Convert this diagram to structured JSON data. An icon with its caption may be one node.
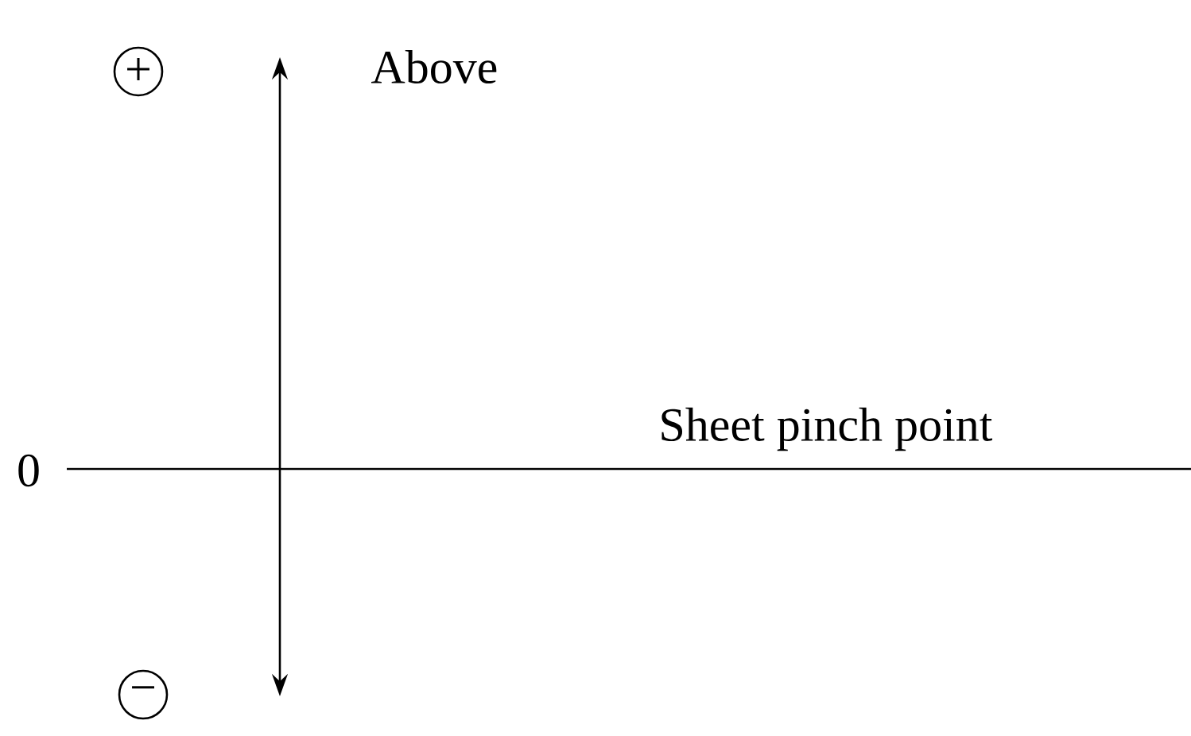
{
  "diagram": {
    "labels": [
      "+",
      "Above",
      "0",
      "Sheet pinch point",
      "−"
    ]
  }
}
